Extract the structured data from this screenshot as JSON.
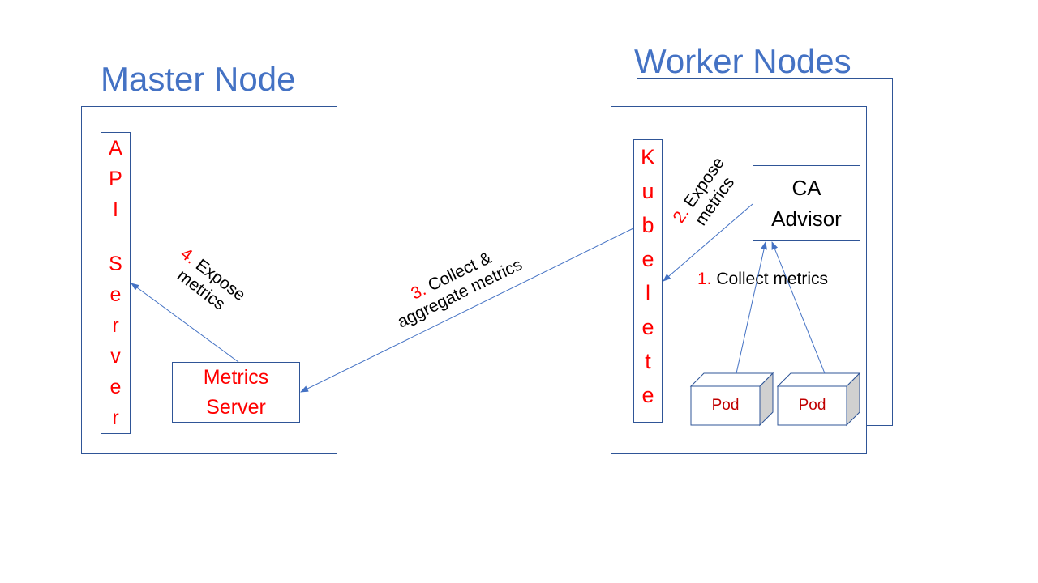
{
  "master": {
    "title": "Master Node",
    "api_server_letters": [
      "A",
      "P",
      "I",
      "",
      "S",
      "e",
      "r",
      "v",
      "e",
      "r"
    ],
    "metrics_server": [
      "Metrics",
      "Server"
    ]
  },
  "worker": {
    "title": "Worker Nodes",
    "kubelete_letters": [
      "K",
      "u",
      "b",
      "e",
      "l",
      "e",
      "t",
      "e"
    ],
    "ca_advisor": [
      "CA",
      "Advisor"
    ],
    "pods": [
      "Pod",
      "Pod"
    ]
  },
  "steps": {
    "s1": {
      "num": "1.",
      "text": "Collect metrics"
    },
    "s2": {
      "num": "2.",
      "line1": "Expose",
      "line2": "metrics"
    },
    "s3": {
      "num": "3.",
      "line1": "Collect &",
      "line2": "aggregate metrics"
    },
    "s4": {
      "num": "4.",
      "line1": "Expose",
      "line2": "metrics"
    }
  },
  "colors": {
    "title": "#4472c4",
    "border": "#2f5597",
    "component_text": "#ff0000",
    "pod_text": "#c00000",
    "arrow": "#4472c4"
  }
}
